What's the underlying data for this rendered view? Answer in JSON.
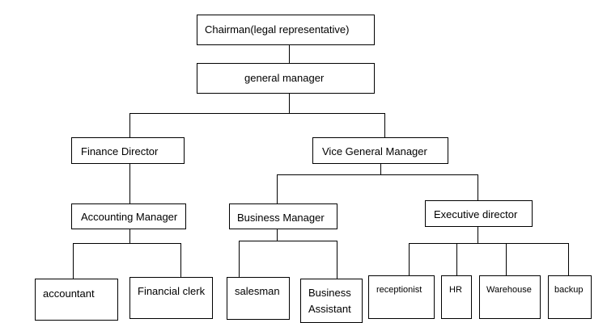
{
  "org_chart": {
    "chairman": "Chairman(legal representative)",
    "general_manager": "general manager",
    "finance_director": "Finance Director",
    "vice_general_manager": "Vice General Manager",
    "accounting_manager": "Accounting Manager",
    "business_manager": "Business Manager",
    "executive_director": "Executive director",
    "accountant": "accountant",
    "financial_clerk": "Financial clerk",
    "salesman": "salesman",
    "business_assistant_line1": "Business",
    "business_assistant_line2": "Assistant",
    "receptionist": "receptionist",
    "hr": "HR",
    "warehouse": "Warehouse",
    "backup": "backup"
  }
}
